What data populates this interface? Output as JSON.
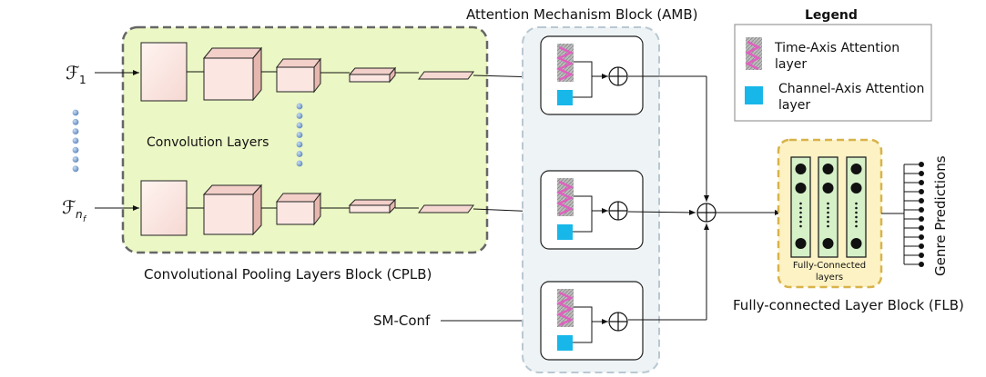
{
  "inputs": {
    "f1_symbol": "ℱ",
    "f1_subscript": "1",
    "fn_symbol": "ℱ",
    "fn_subscript": "n",
    "fn_subsub": "f",
    "sm_conf": "SM-Conf"
  },
  "cplb": {
    "inner_label": "Convolution Layers",
    "caption": "Convolutional Pooling Layers Block (CPLB)",
    "fill_color": "#ebf7c4",
    "border_color": "#666666"
  },
  "amb": {
    "title": "Attention Mechanism Block (AMB)",
    "fill_color": "#eef3f5",
    "border_color": "#b9c8d2",
    "unit_count": 3
  },
  "flb": {
    "inner_label_line1": "Fully-Connected",
    "inner_label_line2": "layers",
    "caption": "Fully-connected Layer Block (FLB)",
    "fill_color": "#fdf2c4",
    "border_color": "#d8b34a"
  },
  "output": {
    "label": "Genre Predictions",
    "count": 12
  },
  "legend": {
    "title": "Legend",
    "time_axis_line1": "Time-Axis Attention",
    "time_axis_line2": "layer",
    "channel_axis_line1": "Channel-Axis Attention",
    "channel_axis_line2": "layer",
    "time_axis_color": "#e060c0",
    "channel_axis_color": "#17b7ea"
  },
  "icons": {
    "sum_node": "circle-plus-icon",
    "vertical_ellipsis": "dotted-ellipsis-icon"
  }
}
